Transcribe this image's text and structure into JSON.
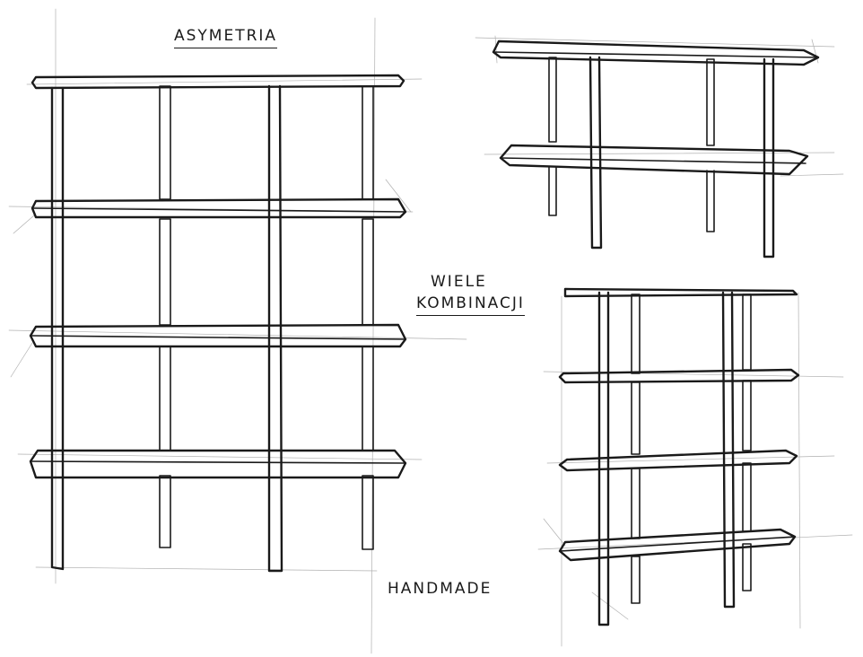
{
  "annotations": {
    "title": "ASYMETRIA",
    "combinations_line1": "WIELE",
    "combinations_line2": "KOMBINACJI",
    "footer": "HANDMADE"
  },
  "colors": {
    "ink": "#1a1a1a",
    "paper": "#ffffff",
    "construction": "#b0b0b0"
  }
}
